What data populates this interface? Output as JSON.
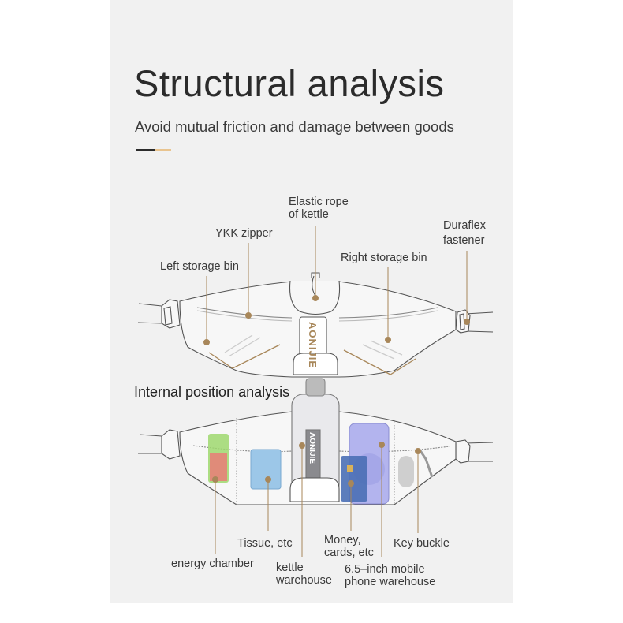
{
  "title": "Structural analysis",
  "subtitle": "Avoid mutual friction and damage between goods",
  "brand_text": "AONIJIE",
  "colors": {
    "accent": "#a8875a",
    "panel": "#f1f1f1",
    "dash_dark": "#2b2b2b",
    "dash_light": "#e9c48f"
  },
  "structure_labels": {
    "elastic_rope": [
      "Elastic rope",
      "of kettle"
    ],
    "ykk_zipper": "YKK zipper",
    "duraflex": [
      "Duraflex",
      "fastener"
    ],
    "left_bin": "Left storage bin",
    "right_bin": "Right storage bin"
  },
  "internal_title": "Internal position analysis",
  "internal_labels": {
    "tissue": "Tissue, etc",
    "energy": "energy chamber",
    "kettle": [
      "kettle",
      "warehouse"
    ],
    "money": [
      "Money,",
      "cards, etc"
    ],
    "phone": [
      "6.5–inch mobile",
      "phone warehouse"
    ],
    "key": "Key buckle"
  }
}
